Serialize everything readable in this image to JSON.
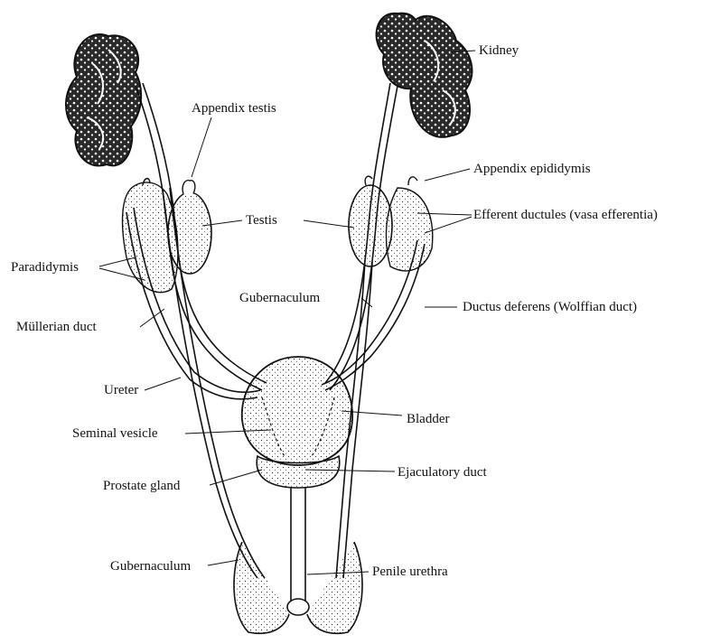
{
  "labels": {
    "kidney": "Kidney",
    "appendix_testis": "Appendix testis",
    "appendix_epididymis": "Appendix epididymis",
    "testis": "Testis",
    "efferent_ductules": "Efferent ductules (vasa efferentia)",
    "paradidymis": "Paradidymis",
    "gubernaculum_upper": "Gubernaculum",
    "mullerian_duct": "Müllerian duct",
    "ductus_deferens": "Ductus deferens (Wolffian duct)",
    "ureter": "Ureter",
    "bladder": "Bladder",
    "seminal_vesicle": "Seminal vesicle",
    "ejaculatory_duct": "Ejaculatory duct",
    "prostate_gland": "Prostate gland",
    "gubernaculum_lower": "Gubernaculum",
    "penile_urethra": "Penile urethra"
  },
  "colors": {
    "ink": "#111111",
    "background": "#ffffff"
  }
}
